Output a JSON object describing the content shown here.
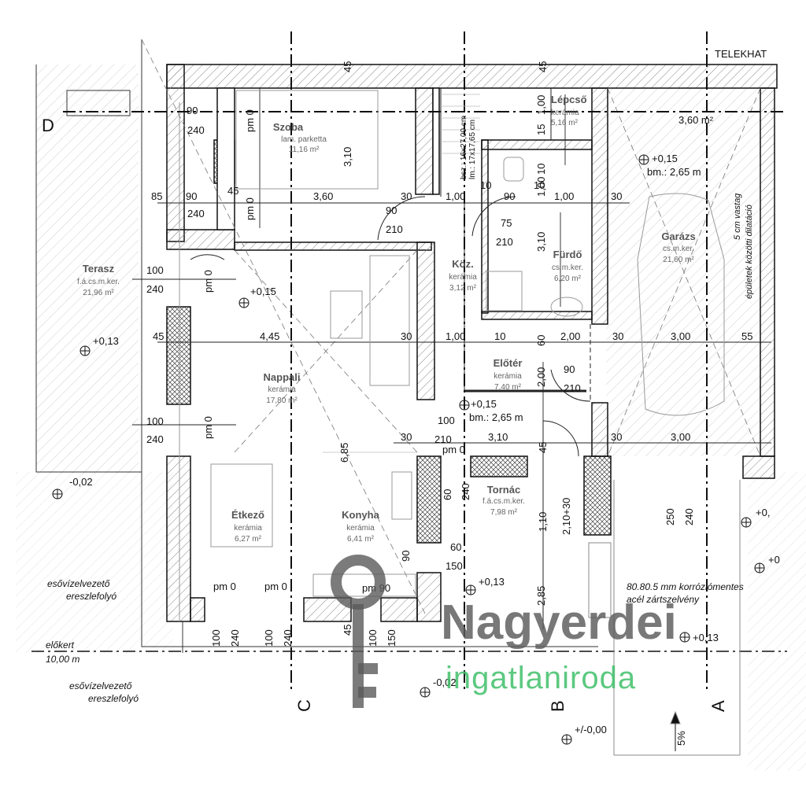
{
  "header": {
    "boundary_label": "TELEKHAT"
  },
  "axes": {
    "a": "A",
    "b": "B",
    "c": "C",
    "d": "D"
  },
  "rooms": {
    "lepcso": {
      "name": "Lépcső",
      "floor": "kerámia",
      "area": "5,16 m²"
    },
    "szoba": {
      "name": "Szoba",
      "floor": "lam. parketta",
      "area": "11,16 m²"
    },
    "garazs_top_area": "3,60 m²",
    "garazs": {
      "name": "Garázs",
      "floor": "cs.m.ker.",
      "area": "21,60 m²"
    },
    "furdo": {
      "name": "Fürdő",
      "floor": "cs.m.ker.",
      "area": "6,20 m²"
    },
    "koz": {
      "name": "Köz.",
      "floor": "kerámia",
      "area": "3,12 m²"
    },
    "terasz": {
      "name": "Terasz",
      "floor": "f.á.cs.m.ker.",
      "area": "21,96 m²"
    },
    "nappali": {
      "name": "Nappali",
      "floor": "kerámia",
      "area": "17,80 m²"
    },
    "eloter": {
      "name": "Előtér",
      "floor": "kerámia",
      "area": "7,40 m²"
    },
    "tornac": {
      "name": "Tornác",
      "floor": "f.á.cs.m.ker.",
      "area": "7,98 m²"
    },
    "etkezo": {
      "name": "Étkező",
      "floor": "kerámia",
      "area": "6,27 m²"
    },
    "konyha": {
      "name": "Konyha",
      "floor": "kerámia",
      "area": "6,41 m²"
    }
  },
  "levels": {
    "garage_level": "+0,15",
    "garage_bm": "bm.: 2,65 m",
    "nappali_level": "+0,15",
    "terasz_level": "+0,13",
    "entry_level": "+0,15",
    "entry_bm": "bm.: 2,65 m",
    "outer_left": "-0,02",
    "front_level": "+0,13",
    "front_low": "-0,02",
    "driveway": "+/-0,00",
    "right_1": "+0,",
    "right_2": "+0",
    "right_3": "+0,13"
  },
  "stair": {
    "line1": "bsz.: 16x27,00 cm",
    "line2": "lm.: 17x17,65 cm"
  },
  "notes": {
    "dilatacio_1": "5 cm vastag",
    "dilatacio_2": "épületek közötti dilatáció",
    "steel_1": "80.80.5 mm korróziómentes",
    "steel_2": "acél zártszelvény",
    "gutter_1a": "esővízelvezető",
    "gutter_1b": "ereszlefolyó",
    "gutter_2a": "esővízelvezető",
    "gutter_2b": "ereszlefolyó",
    "setback_1": "előkert",
    "setback_2": "10,00 m",
    "slope": "5%"
  },
  "dims": {
    "d45a": "45",
    "d45b": "45",
    "d90a": "90",
    "d240a": "240",
    "pm0a": "pm 0",
    "d310a": "3,10",
    "d85": "85",
    "d90b": "90",
    "d45c": "45",
    "pm0b": "pm 0",
    "d240b": "240",
    "d360": "3,60",
    "d30a": "30",
    "d100a": "1,00",
    "d10a": "10",
    "d90c": "90",
    "d10b": "10",
    "d100b": "1,00",
    "d30b": "30",
    "d90d": "90",
    "d210a": "210",
    "d75": "75",
    "d210b": "210",
    "d310b": "3,10",
    "d100c": "100",
    "d240c": "240",
    "pm0c": "pm 0",
    "d45d": "45",
    "d445": "4,45",
    "d30c": "30",
    "d100d": "1,00",
    "d10c": "10",
    "d60a": "60",
    "d200a": "2,00",
    "d30d": "30",
    "d300a": "3,00",
    "d55": "55",
    "d90e": "90",
    "d210c": "210",
    "d200b": "2,00",
    "d100e": "100",
    "d240d": "240",
    "pm0d": "pm 0",
    "d685": "6,85",
    "d100f": "100",
    "d210d": "210",
    "d30e": "30",
    "d310c": "3,10",
    "d30f": "30",
    "d300b": "3,00",
    "pm0e": "pm 0",
    "d45e": "45",
    "d60b": "60",
    "d240e": "240",
    "d110": "1,10",
    "d210p30": "2,10+30",
    "d250": "250",
    "d240f": "240",
    "d90f": "90",
    "d60c": "60",
    "d150a": "150",
    "d285": "2,85",
    "pm0f": "pm 0",
    "pm0g": "pm 0",
    "pm90": "pm 90",
    "b100a": "100",
    "b240a": "240",
    "b100b": "100",
    "b240b": "240",
    "b45": "45",
    "b100c": "100",
    "b150": "150",
    "d15": "15",
    "d100g": "1,00",
    "d100h": "1,00",
    "d10d": "10"
  },
  "watermark": {
    "brand": "Nagyerdei",
    "sub": "ingatlaniroda"
  }
}
